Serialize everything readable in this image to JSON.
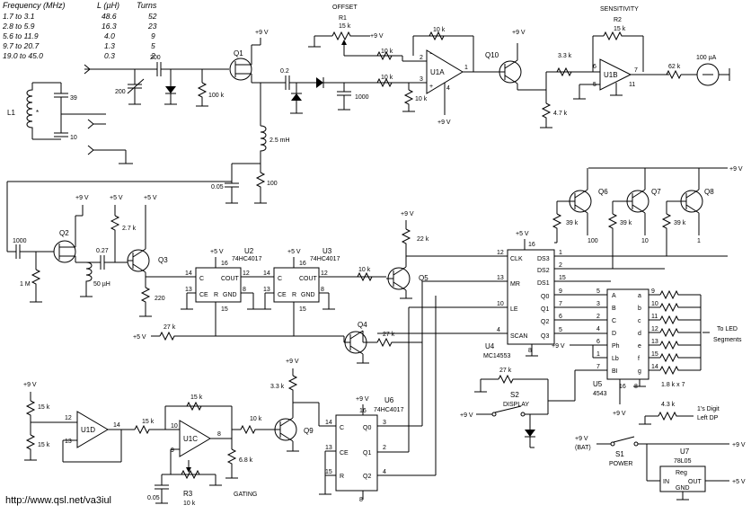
{
  "table": {
    "headers": [
      "Frequency (MHz)",
      "L (µH)",
      "Turns"
    ],
    "rows": [
      [
        "1.7 to 3.1",
        "48.6",
        "52"
      ],
      [
        "2.8 to 5.9",
        "16.3",
        "23"
      ],
      [
        "5.6 to 11.9",
        "4.0",
        "9"
      ],
      [
        "9.7 to 20.7",
        "1.3",
        "5"
      ],
      [
        "19.0 to 45.0",
        "0.3",
        "2"
      ]
    ]
  },
  "labels": {
    "offset": "OFFSET",
    "sensitivity": "SENSITIVITY",
    "display": "DISPLAY",
    "gating": "GATING",
    "power": "POWER",
    "bat": "(BAT)",
    "to_led": "To LED",
    "segments": "Segments",
    "ones_digit": "1's Digit",
    "left_dp": "Left DP",
    "url": "http://www.qsl.net/va3iul"
  },
  "rails": {
    "p9": "+9 V",
    "p5": "+5 V"
  },
  "parts": {
    "L1": "L1",
    "star": "*",
    "Q1": "Q1",
    "Q2": "Q2",
    "Q3": "Q3",
    "Q4": "Q4",
    "Q5": "Q5",
    "Q6": "Q6",
    "Q7": "Q7",
    "Q8": "Q8",
    "Q9": "Q9",
    "Q10": "Q10",
    "R1": "R1",
    "R2": "R2",
    "R3": "R3",
    "U1A": "U1A",
    "U1B": "U1B",
    "U1C": "U1C",
    "U1D": "U1D",
    "U2": "U2",
    "U3": "U3",
    "U4": "U4",
    "U5": "U5",
    "U6": "U6",
    "U7": "U7",
    "chip_4017": "74HC4017",
    "chip_14553": "MC14553",
    "chip_4543": "4543",
    "chip_78l05": "78L05",
    "S1": "S1",
    "S2": "S2"
  },
  "values": {
    "c39": "39",
    "c10": "10",
    "c200a": "200",
    "c200b": "200",
    "r100k": "100 k",
    "c02": "0.2",
    "c1000a": "1000",
    "l25mh": "2.5 mH",
    "c005a": "0.05",
    "r100": "100",
    "r15k_r1": "15 k",
    "r10k_a": "10 k",
    "r10k_b": "10 k",
    "r10k_c": "10 k",
    "r10k_d": "10 k",
    "r33k": "3.3 k",
    "r15k_r2": "15 k",
    "r47k": "4.7 k",
    "r62k": "62 k",
    "meter": "100 µA",
    "c1000b": "1000",
    "r1m": "1 M",
    "c027": "0.27",
    "l50uh": "50 µH",
    "r27k_a": "2.7 k",
    "r220": "220",
    "r10k_e": "10 k",
    "r22k": "22 k",
    "r27k_b": "27 k",
    "r27k_c": "27 k",
    "r39k_a": "39 k",
    "r39k_b": "39 k",
    "r39k_c": "39 k",
    "r100_q6": "100",
    "r10_q7": "10",
    "r1_q8": "1",
    "r15k_d1": "15 k",
    "r15k_d2": "15 k",
    "r15k_d3": "15 k",
    "r15k_c1": "15 k",
    "r68k": "6.8 k",
    "r10k_c2": "10 k",
    "r10k_r3": "10 k",
    "c005b": "0.05",
    "r33k_q9": "3.3 k",
    "r10k_q9": "10 k",
    "r27k_s2": "27 k",
    "r43k": "4.3 k",
    "r18k7": "1.8 k x 7"
  },
  "pins": {
    "clk": "CLK",
    "mr": "MR",
    "le": "LE",
    "scan": "SCAN",
    "ds1": "DS1",
    "ds2": "DS2",
    "ds3": "DS3",
    "q0": "Q0",
    "q1": "Q1",
    "q2": "Q2",
    "q3": "Q3",
    "c": "C",
    "cout": "COUT",
    "ce": "CE",
    "r": "R",
    "gnd": "GND",
    "a": "A",
    "b": "B",
    "cc": "C",
    "d": "D",
    "ph": "Ph",
    "lb": "Lb",
    "bi": "BI",
    "sa": "a",
    "sb": "b",
    "sc": "c",
    "sd": "d",
    "se": "e",
    "sf": "f",
    "sg": "g",
    "reg": "Reg",
    "in": "IN",
    "out": "OUT",
    "gndsm": "GND"
  },
  "pin_numbers": {
    "u4_12": "12",
    "u4_13": "13",
    "u4_10": "10",
    "u4_4": "4",
    "u4_16": "16",
    "u4_8": "8",
    "u4_1": "1",
    "u4_2": "2",
    "u4_15": "15",
    "u4_9": "9",
    "u4_7": "7",
    "u4_6": "6",
    "u4_5": "5",
    "u5_5": "5",
    "u5_3": "3",
    "u5_2": "2",
    "u5_4": "4",
    "u5_6": "6",
    "u5_1": "1",
    "u5_7": "7",
    "u5_16": "16",
    "u5_8": "8",
    "u5_9": "9",
    "u5_10": "10",
    "u5_11": "11",
    "u5_12": "12",
    "u5_13": "13",
    "u5_15": "15",
    "u5_14": "14",
    "u2_14": "14",
    "u2_13": "13",
    "u2_16": "16",
    "u2_15": "15",
    "u2_12": "12",
    "u2_8": "8",
    "u3_14": "14",
    "u3_13": "13",
    "u3_16": "16",
    "u3_15": "15",
    "u3_12": "12",
    "u3_8": "8",
    "u6_14": "14",
    "u6_13": "13",
    "u6_15": "15",
    "u6_16": "16",
    "u6_8": "8",
    "u6_3": "3",
    "u6_2": "2",
    "u6_4": "4",
    "u1a_2": "2",
    "u1a_3": "3",
    "u1a_1": "1",
    "u1a_4": "4",
    "u1b_6": "6",
    "u1b_5": "5",
    "u1b_7": "7",
    "u1b_11": "11",
    "u1c_10": "10",
    "u1c_9": "9",
    "u1c_8": "8",
    "u1d_12": "12",
    "u1d_13": "13",
    "u1d_14": "14"
  }
}
